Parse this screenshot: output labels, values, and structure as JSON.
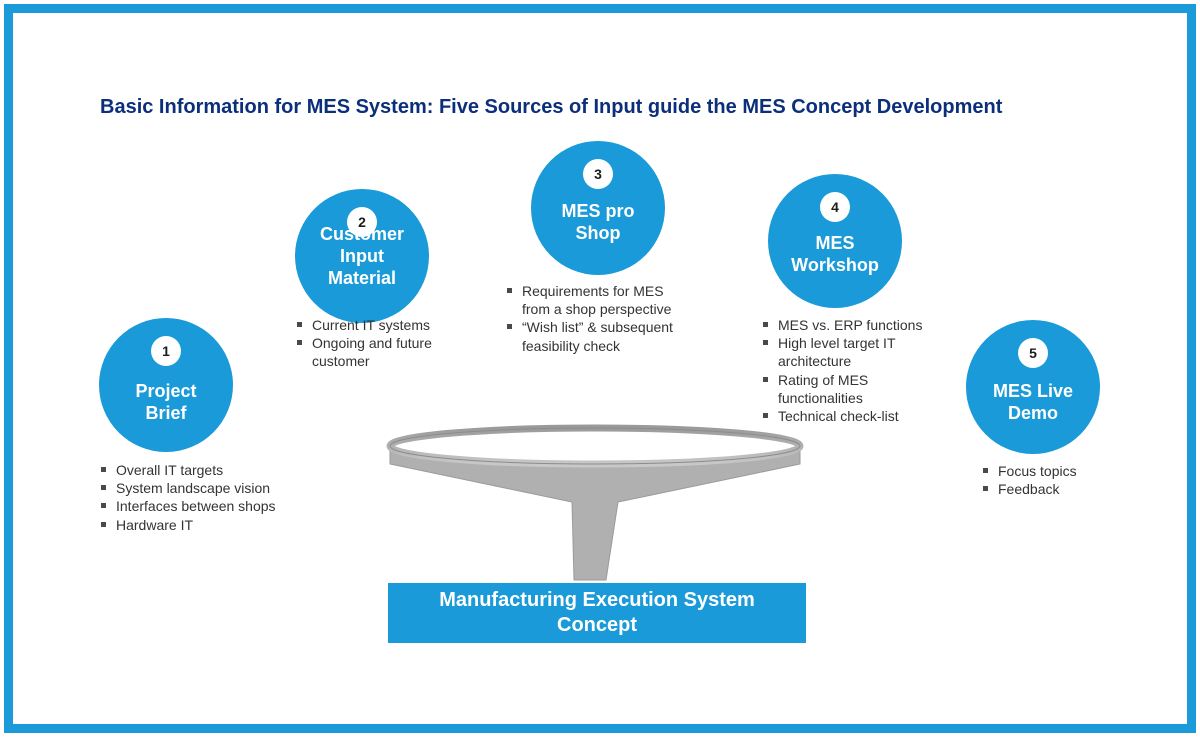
{
  "title": "Basic Information for MES System: Five Sources of Input guide the MES Concept Development",
  "colors": {
    "accent": "#1a9ad9",
    "title": "#0b2f7a",
    "funnel": "#b0b0b0"
  },
  "sources": [
    {
      "number": "1",
      "label_lines": [
        "Project",
        "Brief"
      ],
      "bullets": [
        "Overall IT targets",
        "System landscape vision",
        "Interfaces between shops",
        "Hardware IT"
      ]
    },
    {
      "number": "2",
      "label_lines": [
        "Customer",
        "Input",
        "Material"
      ],
      "bullets": [
        "Current IT systems",
        "Ongoing and future customer"
      ]
    },
    {
      "number": "3",
      "label_lines": [
        "MES pro",
        "Shop"
      ],
      "bullets": [
        "Requirements for MES from a shop perspective",
        "“Wish list” & subsequent feasibility check"
      ]
    },
    {
      "number": "4",
      "label_lines": [
        "MES",
        "Workshop"
      ],
      "bullets": [
        "MES vs. ERP functions",
        "High level target IT architecture",
        "Rating of MES functionalities",
        "Technical check-list"
      ]
    },
    {
      "number": "5",
      "label_lines": [
        "MES Live",
        "Demo"
      ],
      "bullets": [
        "Focus topics",
        "Feedback"
      ]
    }
  ],
  "output": {
    "label_lines": [
      "Manufacturing Execution System",
      "Concept"
    ]
  }
}
